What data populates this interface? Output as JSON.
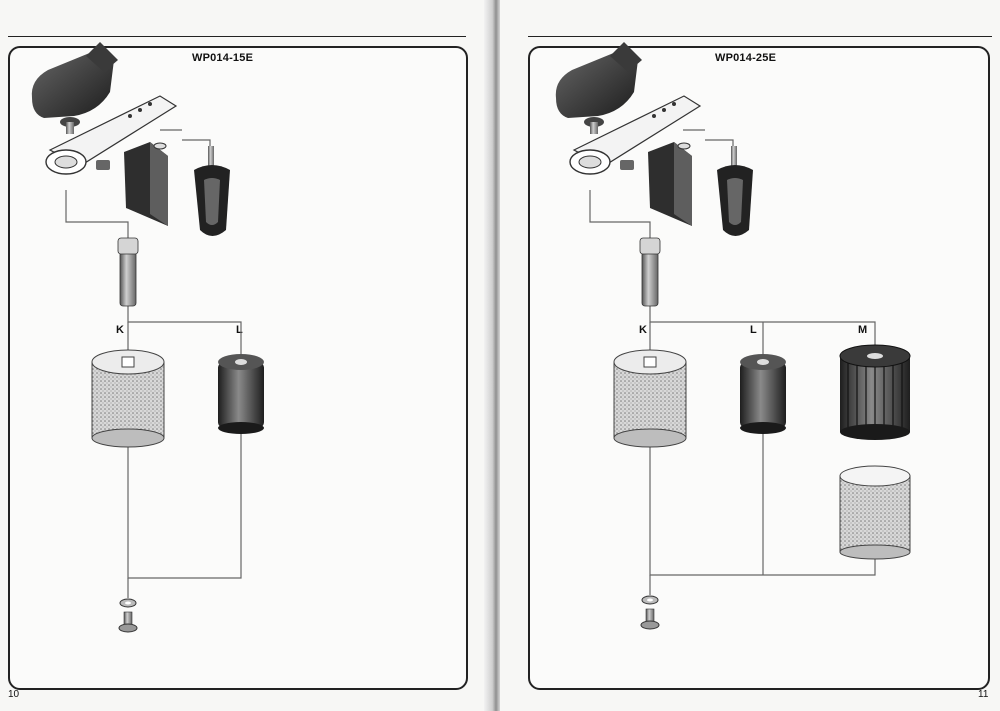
{
  "left_page": {
    "model": "WP014-15E",
    "page_number": "10",
    "labels": {
      "k": "K",
      "l": "L"
    }
  },
  "right_page": {
    "model": "WP014-25E",
    "page_number": "11",
    "labels": {
      "k": "K",
      "l": "L",
      "m": "M"
    }
  }
}
